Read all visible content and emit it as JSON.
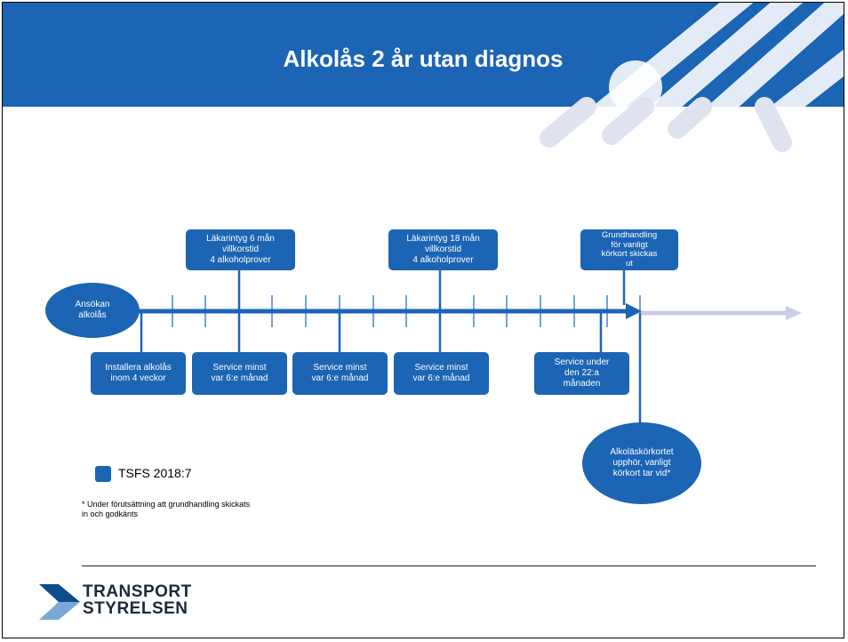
{
  "title": "Alkolås 2 år utan diagnos",
  "colors": {
    "primary": "#1c64b4",
    "arrow_future": "#c9cde6",
    "logo_light": "#7aa7d8",
    "logo_dark": "#0f4c8c"
  },
  "start_node": "Ansökan\nalkolås",
  "end_node": "Alkoläskörkortet\nupphör, vanligt\nkörkort tar vid*",
  "top_boxes": [
    "Läkarintyg 6 mån\nvillkorstid\n4 alkoholprover",
    "Läkarintyg 18 mån\nvillkorstid\n4 alkoholprover",
    "Grundhandling\nför vanligt\nkörkort skickas\nut"
  ],
  "bottom_boxes": [
    "Installera alkolås\ninom 4 veckor",
    "Service minst\nvar 6:e månad",
    "Service minst\nvar 6:e månad",
    "Service minst\nvar 6:e månad",
    "Service under\nden 22:a\nmånaden"
  ],
  "legend": {
    "label": "TSFS 2018:7"
  },
  "footnote": "* Under förutsättning att grundhandling skickats\nin och godkänts",
  "logo": {
    "line1": "TRANSPORT",
    "line2": "STYRELSEN"
  }
}
